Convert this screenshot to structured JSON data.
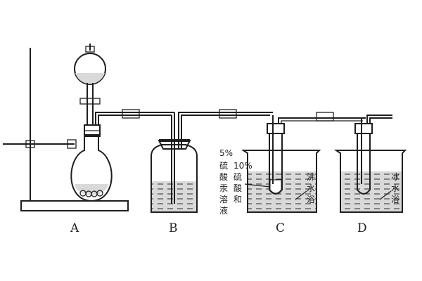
{
  "labels": {
    "A": "A",
    "B": "B",
    "C": "C",
    "D": "D"
  },
  "annotations": {
    "pct5": "5%",
    "pct10": "10%",
    "acid_col1": [
      "硫",
      "酸",
      "汞",
      "溶",
      "液"
    ],
    "acid_col2": [
      "硫",
      "酸",
      "和"
    ],
    "boil_bath": [
      "沸",
      "水",
      "浴"
    ],
    "ice_bath": [
      "冰",
      "水",
      "浴"
    ]
  }
}
